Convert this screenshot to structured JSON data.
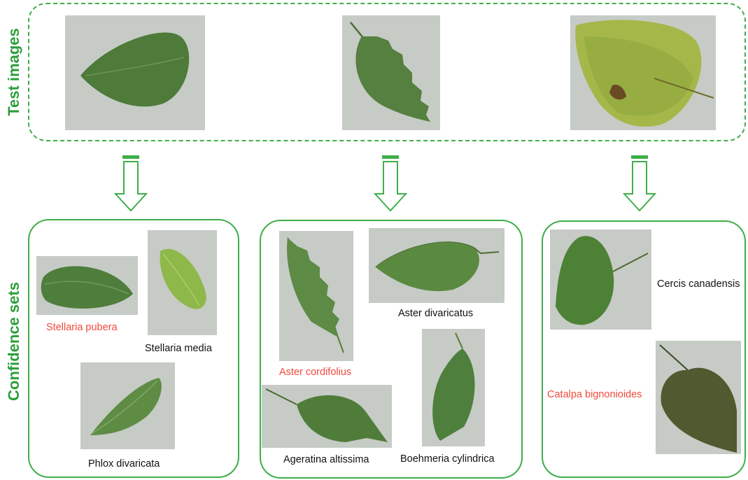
{
  "labels": {
    "test_images": "Test images",
    "confidence_sets": "Confidence sets"
  },
  "test_images": [
    {
      "id": "test-leaf-1",
      "icon": "oval-leaf"
    },
    {
      "id": "test-leaf-2",
      "icon": "serrated-leaf"
    },
    {
      "id": "test-leaf-3",
      "icon": "heart-yellow-leaf"
    }
  ],
  "confidence_sets": [
    {
      "species": [
        {
          "name": "Stellaria pubera",
          "highlight": true
        },
        {
          "name": "Stellaria media",
          "highlight": false
        },
        {
          "name": "Phlox divaricata",
          "highlight": false
        }
      ]
    },
    {
      "species": [
        {
          "name": "Aster cordifolius",
          "highlight": true
        },
        {
          "name": "Aster divaricatus",
          "highlight": false
        },
        {
          "name": "Ageratina altissima",
          "highlight": false
        },
        {
          "name": "Boehmeria cylindrica",
          "highlight": false
        }
      ]
    },
    {
      "species": [
        {
          "name": "Cercis canadensis",
          "highlight": false
        },
        {
          "name": "Catalpa bignonioides",
          "highlight": true
        }
      ]
    }
  ],
  "colors": {
    "frame_green": "#3fae49",
    "label_green": "#2e9e3b",
    "highlight_red": "#f04a3c",
    "photo_background": "#c6cbc6"
  }
}
